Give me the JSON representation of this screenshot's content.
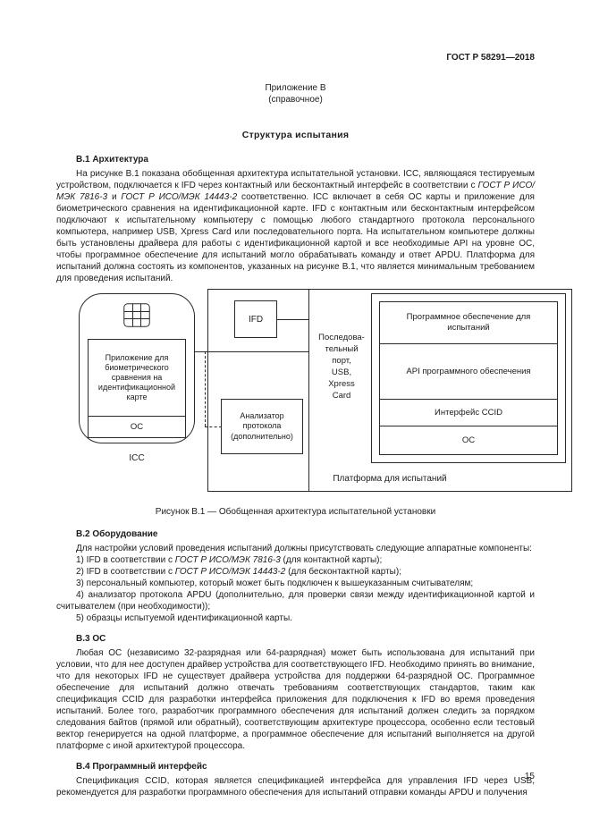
{
  "page": {
    "header": "ГОСТ Р 58291—2018",
    "number": "15"
  },
  "appendix": {
    "label": "Приложение В",
    "type": "(справочное)",
    "title": "Структура испытания"
  },
  "b1": {
    "heading": "В.1 Архитектура",
    "para": [
      {
        "t": "На рисунке В.1 показана обобщенная архитектура испытательной установки. ICC, являющаяся тестируемым устройством, подключается к IFD через контактный или бесконтактный интерфейс в соответствии с "
      },
      {
        "t": "ГОСТ Р ИСО/МЭК 7816-3",
        "i": true
      },
      {
        "t": " и "
      },
      {
        "t": "ГОСТ Р ИСО/МЭК 14443-2",
        "i": true
      },
      {
        "t": " соответственно. ICC включает в себя ОС карты и приложение для биометрического сравнения на идентификационной карте. IFD с контактным или бесконтактным интерфейсом подключают к испытательному компьютеру с помощью любого стандартного протокола персонального компьютера, например USB, Xpress Card или последовательного порта. На испытательном компьютере должны быть установлены драйвера для работы с идентификационной картой и все необходимые API на уровне ОС, чтобы программное обеспечение для испытаний могло обрабатывать команду и ответ APDU. Платформа для испытаний должна состоять из компонентов, указанных на рисунке В.1, что является минимальным требованием для проведения испытаний."
      }
    ]
  },
  "figure": {
    "icc": {
      "chip_icon": "smartcard-chip-icon",
      "app": "Приложение для биометрического сравнения на идентификационной карте",
      "os": "ОС",
      "label": "ICC"
    },
    "ifd": "IFD",
    "port": "Последова-\nтельный\nпорт,\nUSB,\nXpress\nCard",
    "analyzer": "Анализатор\nпротокола\n(дополнительно)",
    "stack": [
      "Программное обеспечение для испытаний",
      "API программного обеспечения",
      "Интерфейс CCID",
      "ОС"
    ],
    "platform_label": "Платформа для испытаний",
    "caption": "Рисунок В.1 — Обобщенная архитектура испытательной установки"
  },
  "b2": {
    "heading": "В.2 Оборудование",
    "lead": "Для настройки условий проведения испытаний должны присутствовать следующие аппаратные компоненты:",
    "items": [
      [
        {
          "t": "1) IFD в соответствии с "
        },
        {
          "t": "ГОСТ Р ИСО/МЭК 7816-3",
          "i": true
        },
        {
          "t": " (для контактной карты);"
        }
      ],
      [
        {
          "t": "2) IFD в соответствии с "
        },
        {
          "t": "ГОСТ Р ИСО/МЭК 14443-2",
          "i": true
        },
        {
          "t": " (для бесконтактной карты);"
        }
      ],
      [
        {
          "t": "3) персональный компьютер, который может быть подключен к вышеуказанным считывателям;"
        }
      ],
      [
        {
          "t": "4) анализатор протокола APDU (дополнительно, для проверки связи между идентификационной картой и считывателем (при необходимости));"
        }
      ],
      [
        {
          "t": "5) образцы испытуемой идентификационной карты."
        }
      ]
    ]
  },
  "b3": {
    "heading": "В.3 ОС",
    "para": "Любая ОС (независимо 32-разрядная или 64-разрядная) может быть использована для испытаний при условии, что для нее доступен драйвер устройства для соответствующего IFD. Необходимо принять во внимание, что для некоторых IFD не существует драйвера устройства для поддержки 64-разрядной ОС. Программное обеспечение для испытаний должно отвечать требованиям соответствующих стандартов, таким как спецификация CCID для разработки интерфейса приложения для подключения к IFD во время проведения испытаний. Более того, разработчик программного обеспечения для испытаний должен следить за порядком следования байтов (прямой или обратный), соответствующим архитектуре процессора, особенно если тестовый вектор генерируется на одной платформе, а программное обеспечение для испытаний выполняется на другой платформе с иной архитектурой процессора."
  },
  "b4": {
    "heading": "В.4 Программный интерфейс",
    "para": "Спецификация CCID, которая является спецификацией интерфейса для управления IFD через USB, рекомендуется для разработки программного обеспечения для испытаний отправки команды APDU и получения"
  }
}
